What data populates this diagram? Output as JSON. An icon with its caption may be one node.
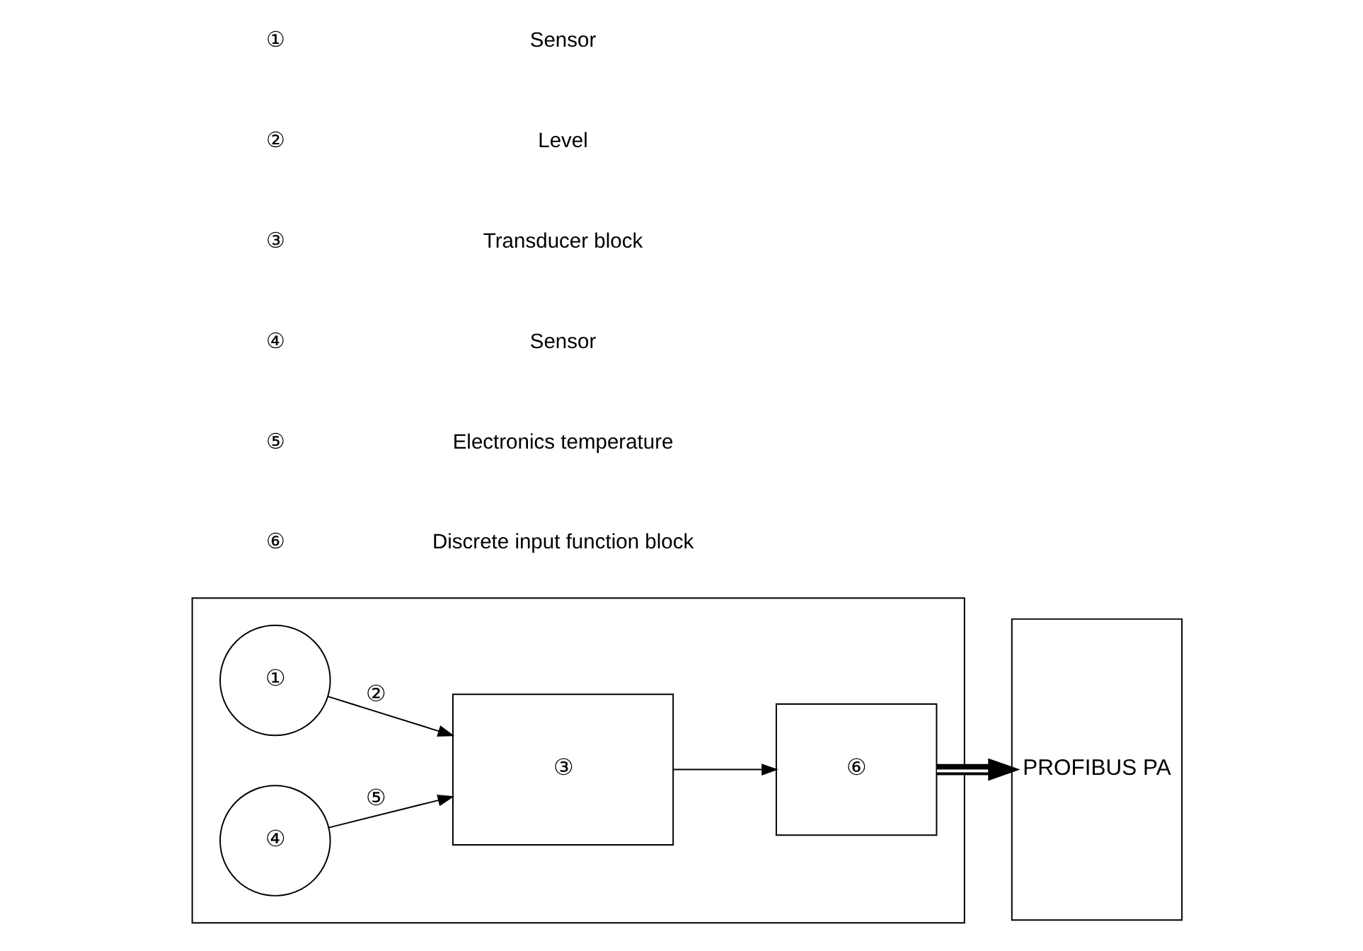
{
  "diagram": {
    "nodes": [
      {
        "text": [],
        "shape": "box"
      },
      {
        "text": [
          "①"
        ],
        "in": 0
      },
      {
        "text": [
          "④"
        ],
        "in": 0
      },
      {
        "text": [
          "③"
        ],
        "in": 0
      },
      {
        "text": [
          "⑥"
        ],
        "in": 0
      },
      {
        "text": [
          "PROFIBUS PA"
        ]
      }
    ],
    "edges": [
      {
        "from": 1,
        "to": 3,
        "arrow": "to",
        "label": "②"
      },
      {
        "from": 2,
        "to": 3,
        "arrow": "to",
        "label": "⑤"
      },
      {
        "from": 3,
        "to": 4,
        "arrow": "to"
      },
      {
        "from": 4,
        "to": 5,
        "arrow": "to",
        "style": "thick"
      }
    ],
    "labels": [
      "①",
      "Sensor",
      "②",
      "Level",
      "③",
      "Transducer block",
      "④",
      "Sensor",
      "⑤",
      "Electronics temperature",
      "⑥",
      "Discrete input function block"
    ]
  }
}
